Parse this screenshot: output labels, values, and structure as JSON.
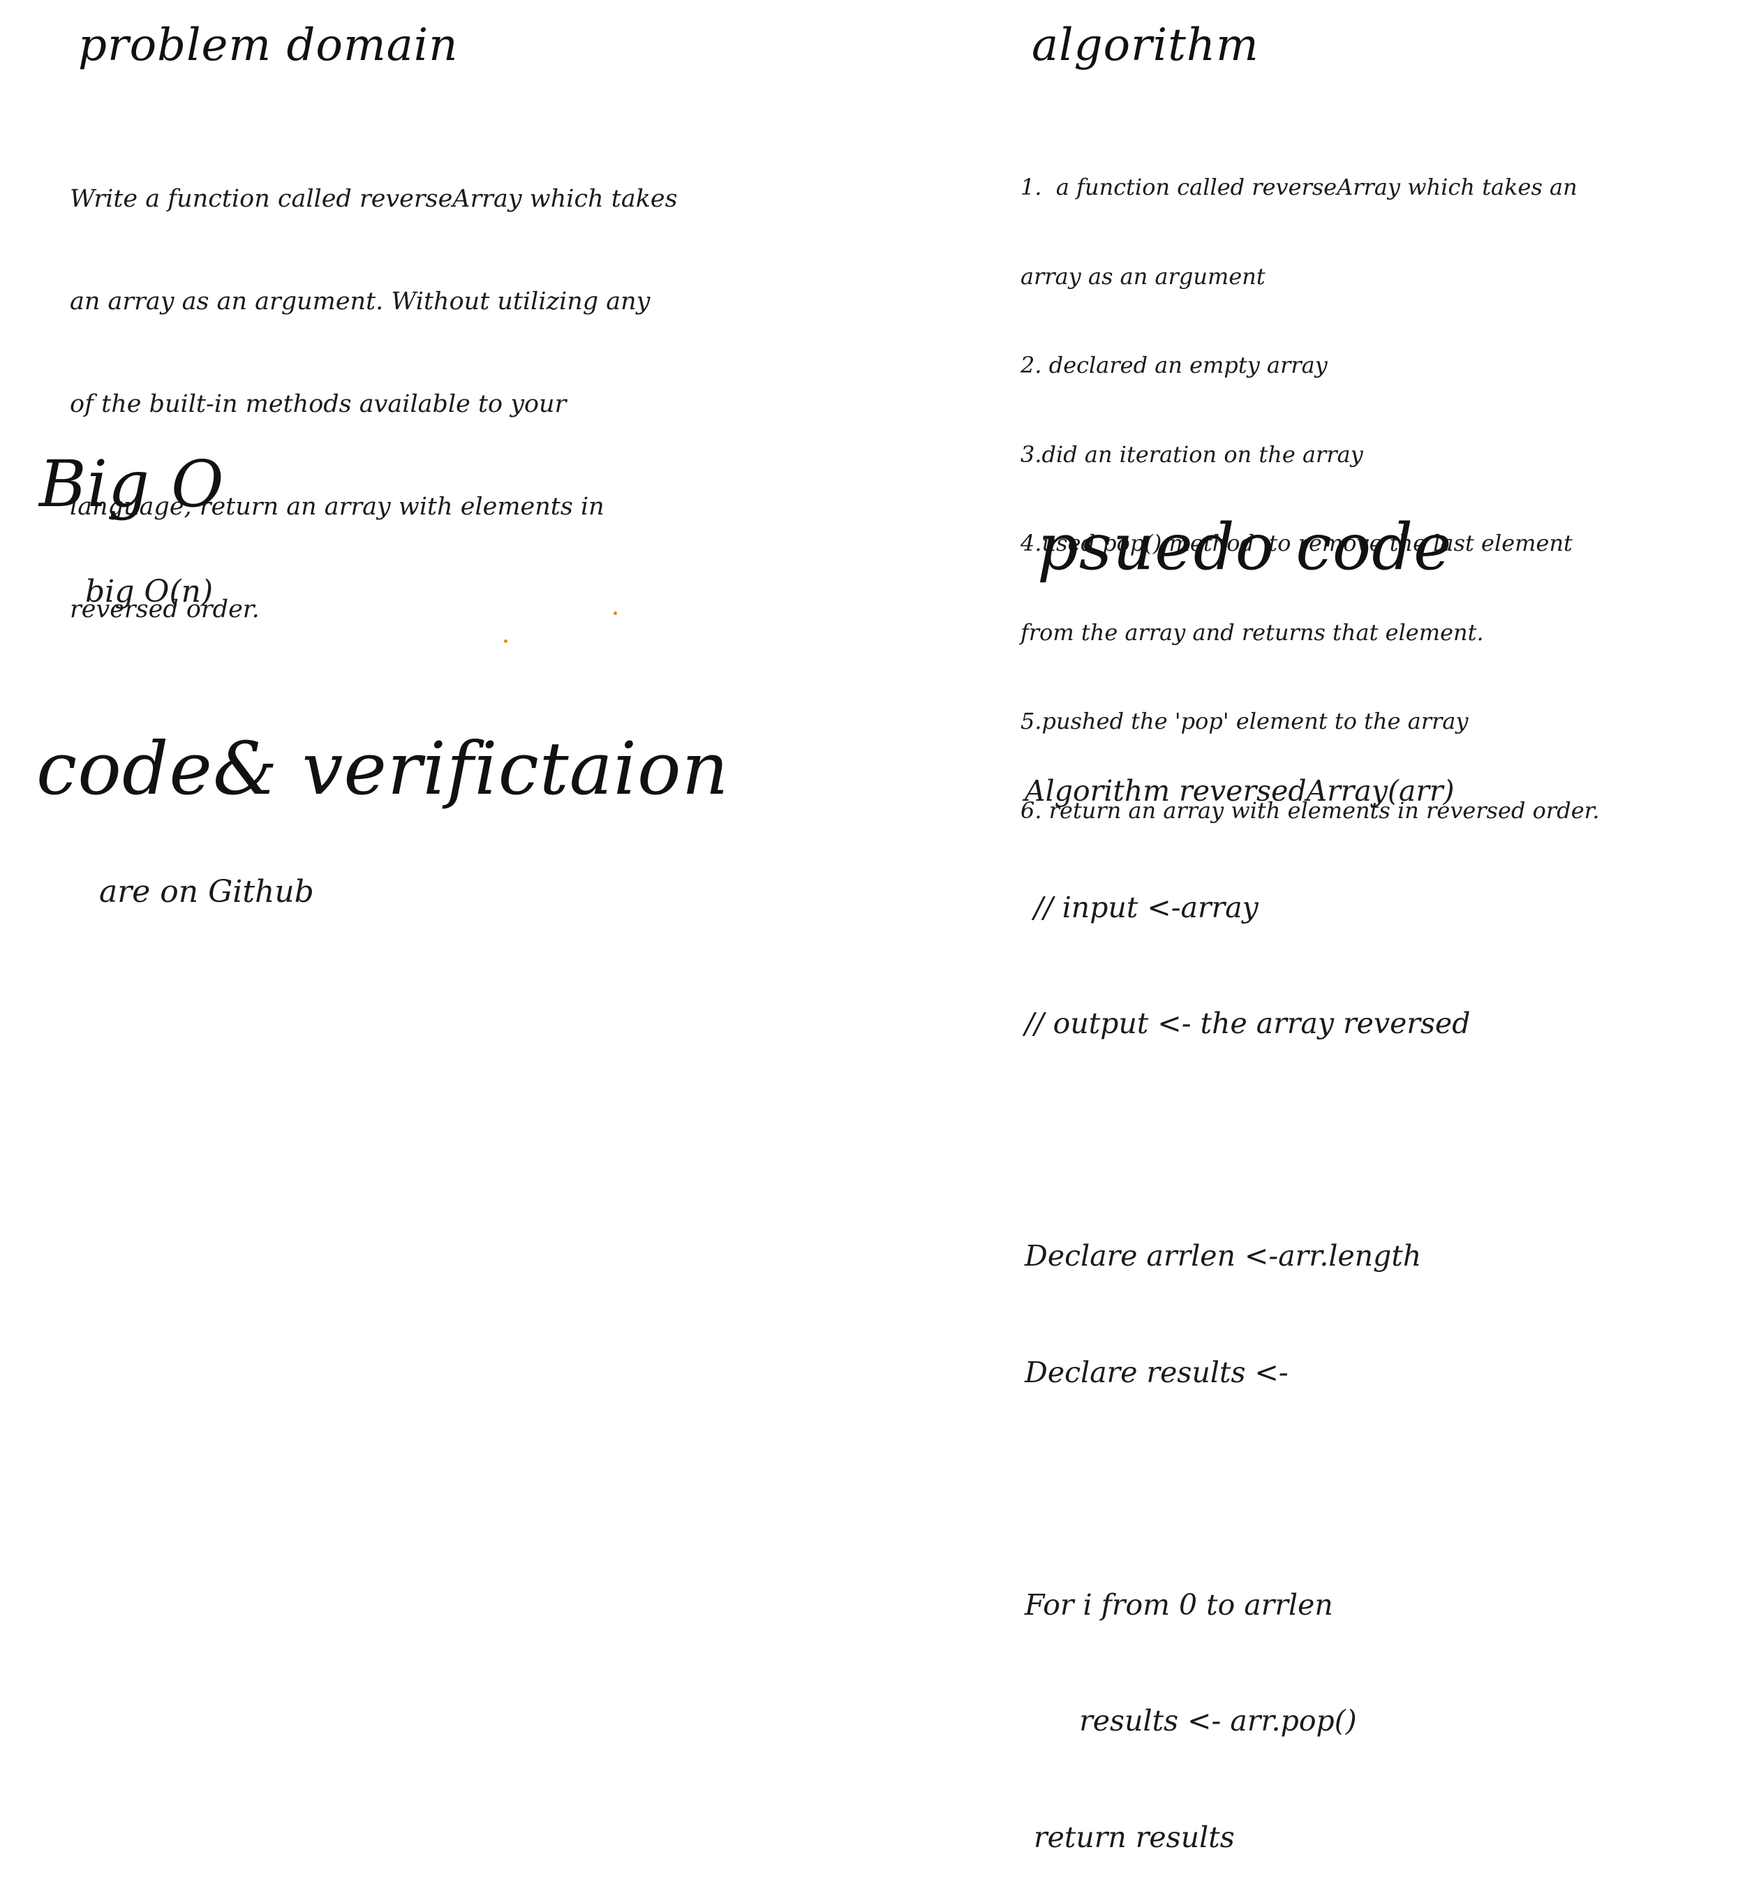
{
  "problem_domain": {
    "title": "problem domain",
    "lines": [
      "Write a function called reverseArray which takes",
      "an array as an argument. Without utilizing any",
      "of the built-in methods available to your",
      "language, return an array with elements in",
      "reversed order."
    ]
  },
  "algorithm": {
    "title": "algorithm",
    "lines": [
      "1.  a function called reverseArray which takes an",
      "array as an argument",
      "2. declared an empty array",
      "3.did an iteration on the array",
      "4.used pop() method  to remove the last element",
      "from the array and returns that element.",
      "5.pushed the 'pop' element to the array",
      "6. return an array with elements in reversed order."
    ]
  },
  "big_o": {
    "title": "Big O",
    "value": "big O(n)"
  },
  "pseudo_code": {
    "title": "psuedo code",
    "lines": [
      "Algorithm reversedArray(arr)",
      " // input <-array",
      "// output <- the array reversed",
      "",
      "Declare arrlen <-arr.length",
      "Declare results <-",
      "",
      "For i from 0 to arrlen",
      "      results <- arr.pop()",
      " return results"
    ]
  },
  "code_verification": {
    "title": "code& verifictaion",
    "note": "are on Github"
  },
  "colors": {
    "ink": "#111111",
    "dot": "#e08a1e"
  }
}
